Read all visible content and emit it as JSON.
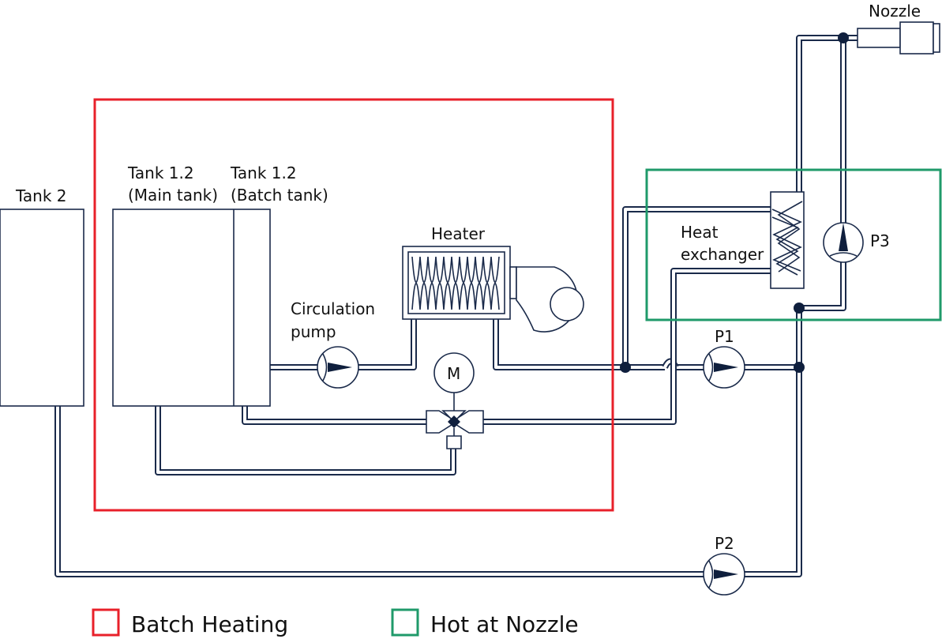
{
  "labels": {
    "tank2": "Tank 2",
    "tank_main_l1": "Tank 1.2",
    "tank_main_l2": "(Main tank)",
    "tank_batch_l1": "Tank 1.2",
    "tank_batch_l2": "(Batch tank)",
    "heater": "Heater",
    "circ_pump_l1": "Circulation",
    "circ_pump_l2": "pump",
    "motor": "M",
    "heat_exchanger_l1": "Heat",
    "heat_exchanger_l2": "exchanger",
    "p1": "P1",
    "p2": "P2",
    "p3": "P3",
    "nozzle": "Nozzle"
  },
  "legend": [
    {
      "label": "Batch Heating",
      "color": "#e8202a"
    },
    {
      "label": "Hot at Nozzle",
      "color": "#1f9a6a"
    }
  ],
  "colors": {
    "batch_heating": "#e8202a",
    "hot_at_nozzle": "#1f9a6a",
    "pipe": "#1a2a4a"
  }
}
